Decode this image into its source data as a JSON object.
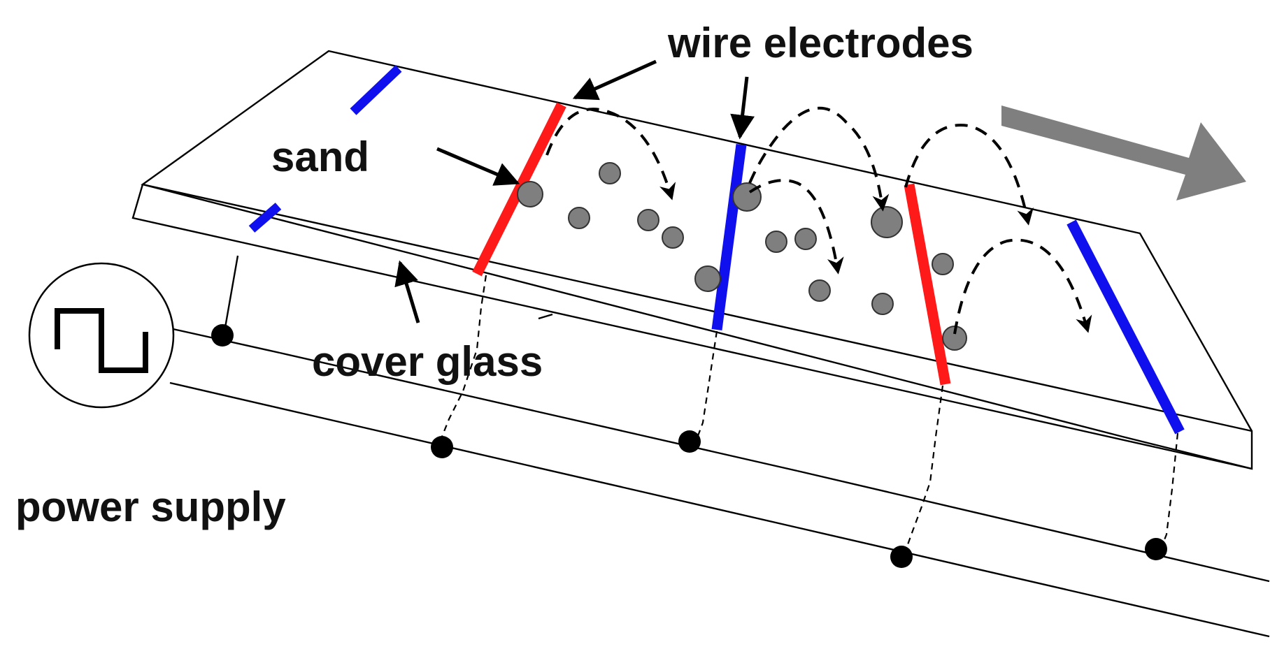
{
  "labels": {
    "wire_electrodes": "wire electrodes",
    "sand": "sand",
    "cover_glass": "cover glass",
    "power_supply": "power supply"
  },
  "colors": {
    "electrode_red": "#ff1a1a",
    "electrode_blue": "#1010ee",
    "sand_grain": "#7f7f7f",
    "transport_arrow": "#7f7f7f",
    "line": "#000000"
  },
  "icons": {
    "power_source": "square-wave-icon",
    "motion_direction": "arrow-right-icon"
  }
}
